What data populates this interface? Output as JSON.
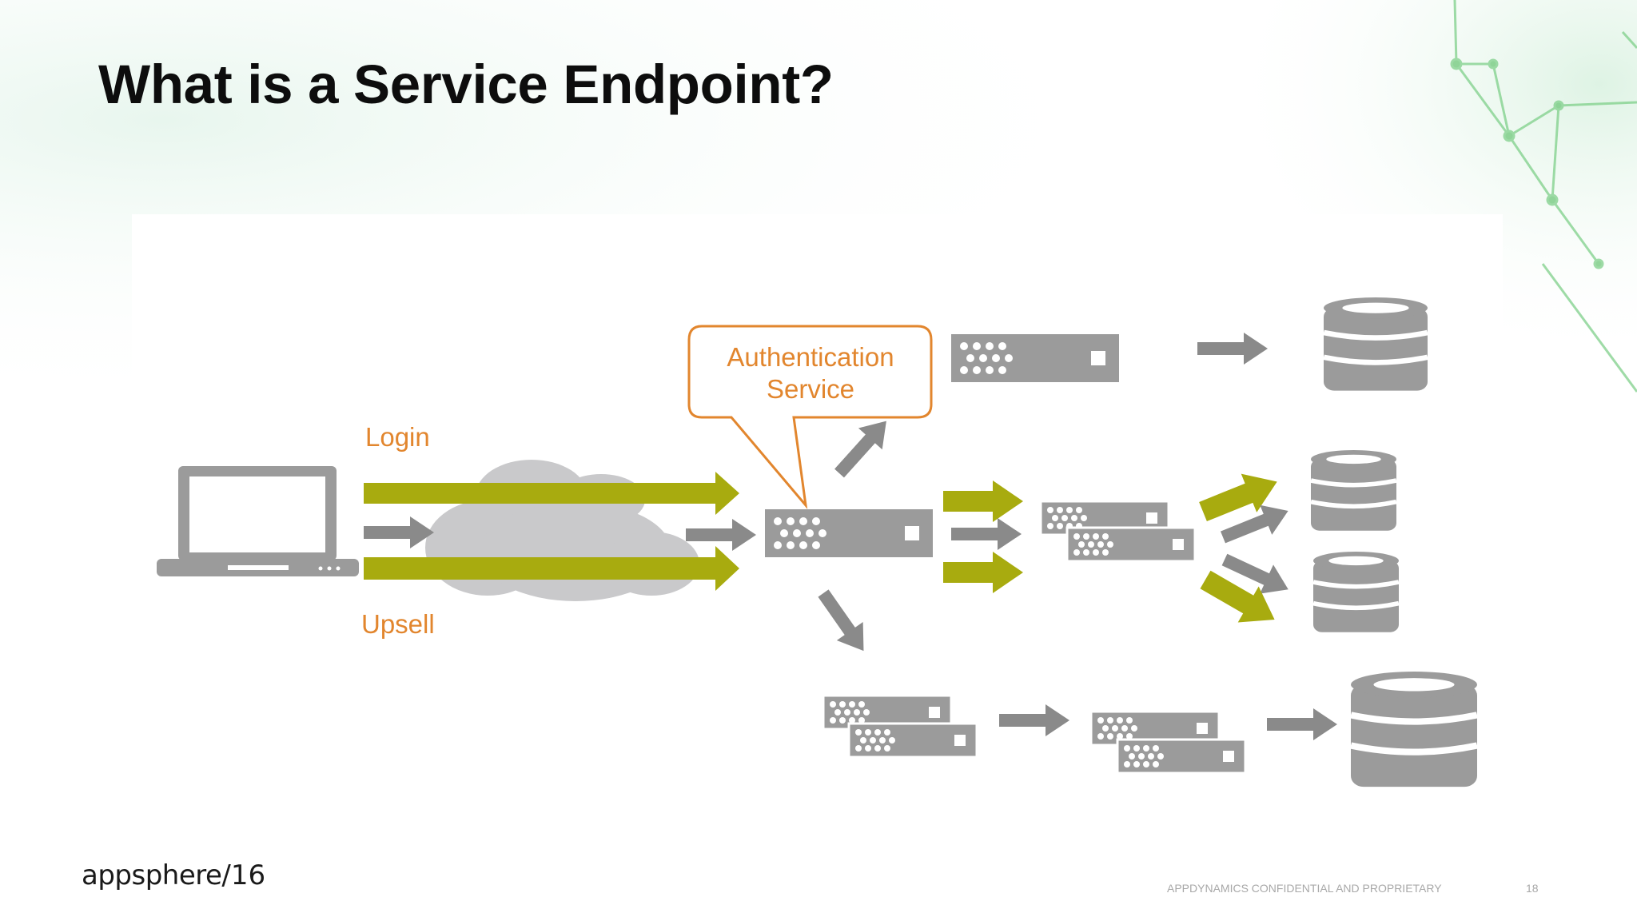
{
  "slide": {
    "title": "What is a Service Endpoint?",
    "footer_confidential": "APPDYNAMICS CONFIDENTIAL AND PROPRIETARY",
    "page_number": "18",
    "logo_word": "appsphere",
    "logo_year": "/16"
  },
  "diagram": {
    "label_login": "Login",
    "label_upsell": "Upsell",
    "callout_line1": "Authentication",
    "callout_line2": "Service",
    "icons": [
      "laptop-icon",
      "cloud-icon",
      "server-icon",
      "database-icon",
      "arrow-icon"
    ]
  },
  "colors": {
    "accent_olive": "#a8ab0f",
    "label_orange": "#e2862e",
    "icon_gray": "#9b9b9b",
    "dark_gray": "#8a8a8a",
    "decor_green": "#6fc87a"
  }
}
